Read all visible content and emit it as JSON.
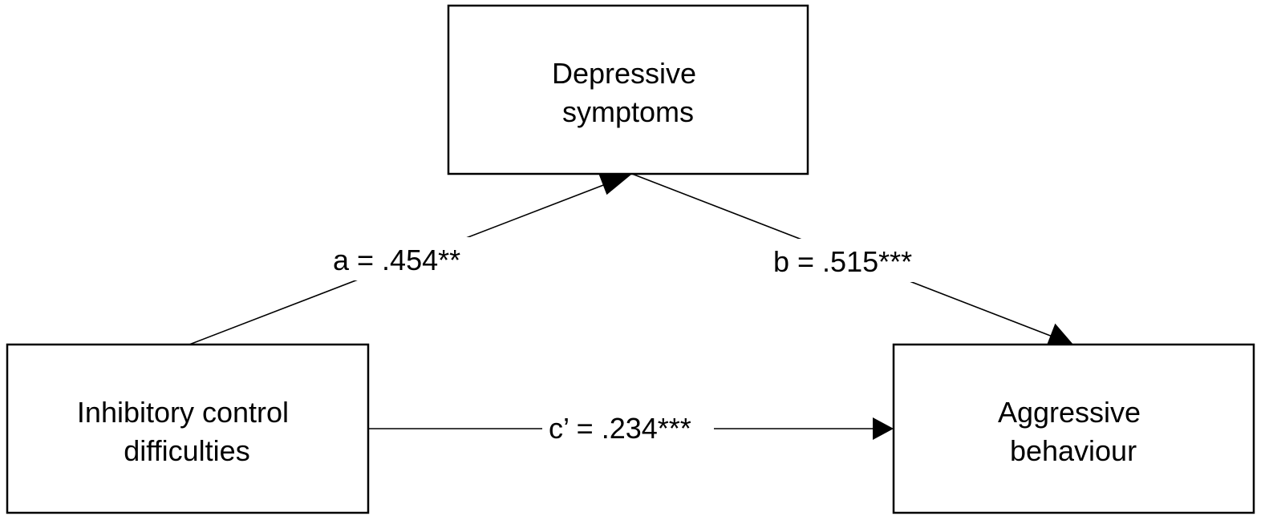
{
  "nodes": {
    "mediator": {
      "lines": [
        "Depressive",
        "symptoms"
      ]
    },
    "predictor": {
      "lines": [
        "Inhibitory control",
        "difficulties"
      ]
    },
    "outcome": {
      "lines": [
        "Aggressive",
        "behaviour"
      ]
    }
  },
  "paths": {
    "a": {
      "label": "a = .454**"
    },
    "b": {
      "label": "b = .515***"
    },
    "c_prime": {
      "label": "c’ = .234***"
    }
  },
  "colors": {
    "stroke": "#000000",
    "background": "#ffffff"
  }
}
